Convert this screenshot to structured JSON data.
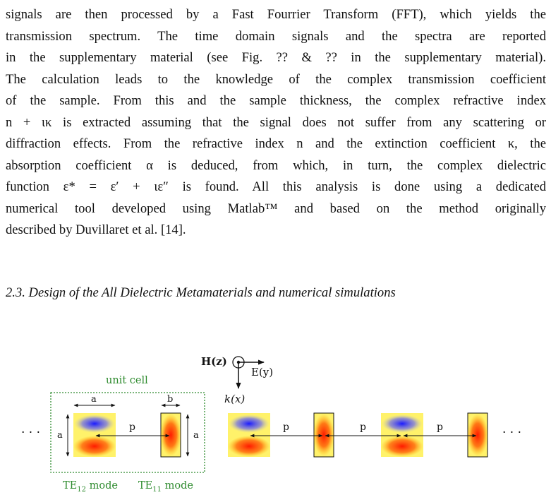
{
  "paragraph": {
    "lines": [
      "signals are then processed by a Fast Fourrier Transform (FFT), which yields the",
      "transmission spectrum. The time domain signals and the spectra are reported",
      "in the supplementary material (see Fig. ?? & ?? in the supplementary material).",
      "The calculation leads to the knowledge of the complex transmission coefficient",
      "of the sample. From this and the sample thickness, the complex refractive index",
      "n + ικ is extracted assuming that the signal does not suffer from any scattering or",
      "diffraction effects. From the refractive index n and the extinction coefficient κ, the",
      "absorption coefficient α is deduced, from which, in turn, the complex dielectric",
      "function ε* = ε′ + ιε″ is found. All this analysis is done using a dedicated",
      "numerical tool developed using Matlab™ and based on the method originally",
      "described by Duvillaret et al. [14]."
    ]
  },
  "section_heading": "2.3. Design of the All Dielectric Metamaterials and numerical simulations",
  "figure": {
    "field_h": "H(z)",
    "field_e": "E(y)",
    "propagation": "k(x)",
    "unit_cell_label": "unit cell",
    "dim_a_top": "a",
    "dim_b_top": "b",
    "dim_a_left": "a",
    "dim_a_right": "a",
    "period_labels": [
      "p",
      "p",
      "p",
      "p"
    ],
    "ellipsis_left": "· · ·",
    "ellipsis_right": "· · ·",
    "mode_te12": "TE",
    "mode_te12_sub": "12",
    "mode_te12_word": " mode",
    "mode_te11": "TE",
    "mode_te11_sub": "11",
    "mode_te11_word": " mode",
    "colors": {
      "green": "#2e8b2e",
      "resonator_bg": "#fff26a",
      "red": "#ff1a00",
      "blue": "#1a1aff"
    }
  }
}
